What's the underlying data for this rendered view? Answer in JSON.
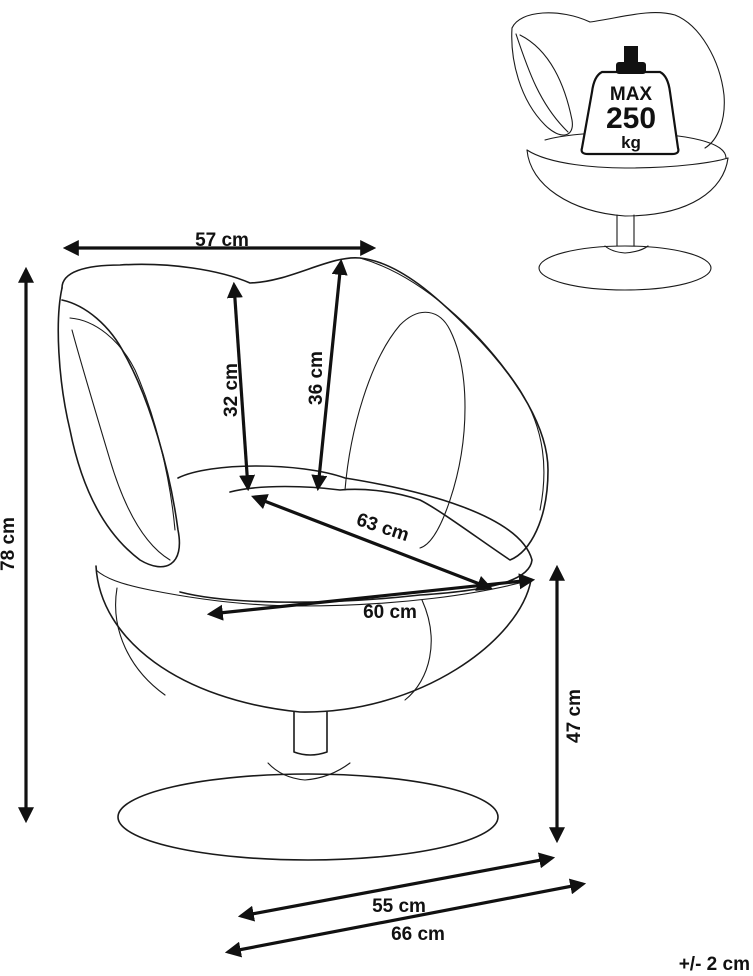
{
  "dimensions": {
    "width_top": "57 cm",
    "height_total": "78 cm",
    "backrest_left": "32 cm",
    "backrest_right": "36 cm",
    "seat_depth_diagonal": "63 cm",
    "seat_width": "60 cm",
    "seat_height": "47 cm",
    "base_55": "55 cm",
    "base_66": "66 cm"
  },
  "max_load": {
    "line1": "MAX",
    "value": "250",
    "unit": "kg"
  },
  "tolerance": "+/- 2 cm"
}
